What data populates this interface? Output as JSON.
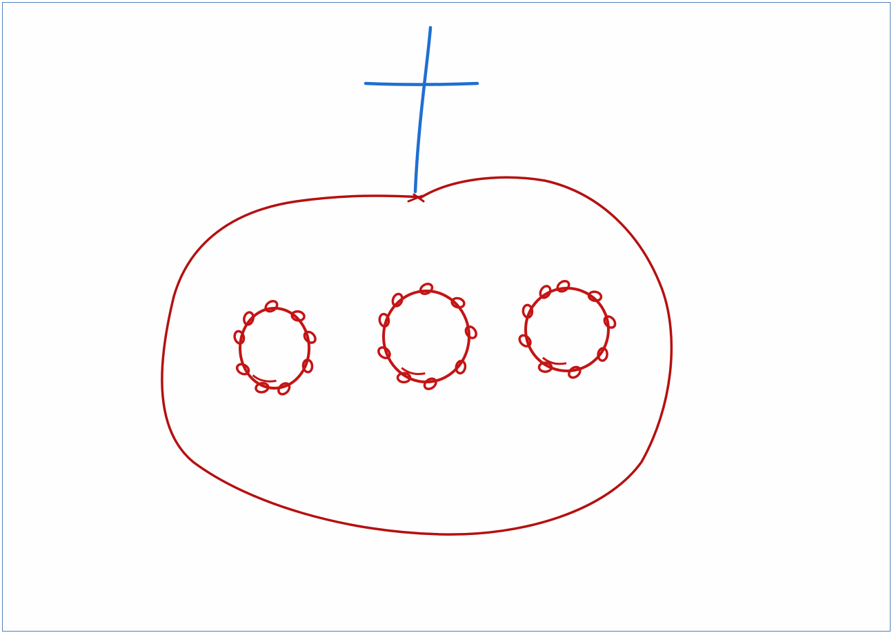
{
  "drawing": {
    "colors": {
      "frame": "#4f7fb8",
      "cross": "#1f6fd1",
      "ink": "#c41414",
      "ink_dark": "#a01010",
      "paper": "#fefefe"
    },
    "objects": [
      {
        "name": "cross",
        "icon": "plus-cross-icon"
      },
      {
        "name": "outer-oval",
        "icon": "oval-outline"
      },
      {
        "name": "loop-ring-left",
        "icon": "looped-circle"
      },
      {
        "name": "loop-ring-middle",
        "icon": "looped-circle"
      },
      {
        "name": "loop-ring-right",
        "icon": "looped-circle"
      }
    ]
  }
}
